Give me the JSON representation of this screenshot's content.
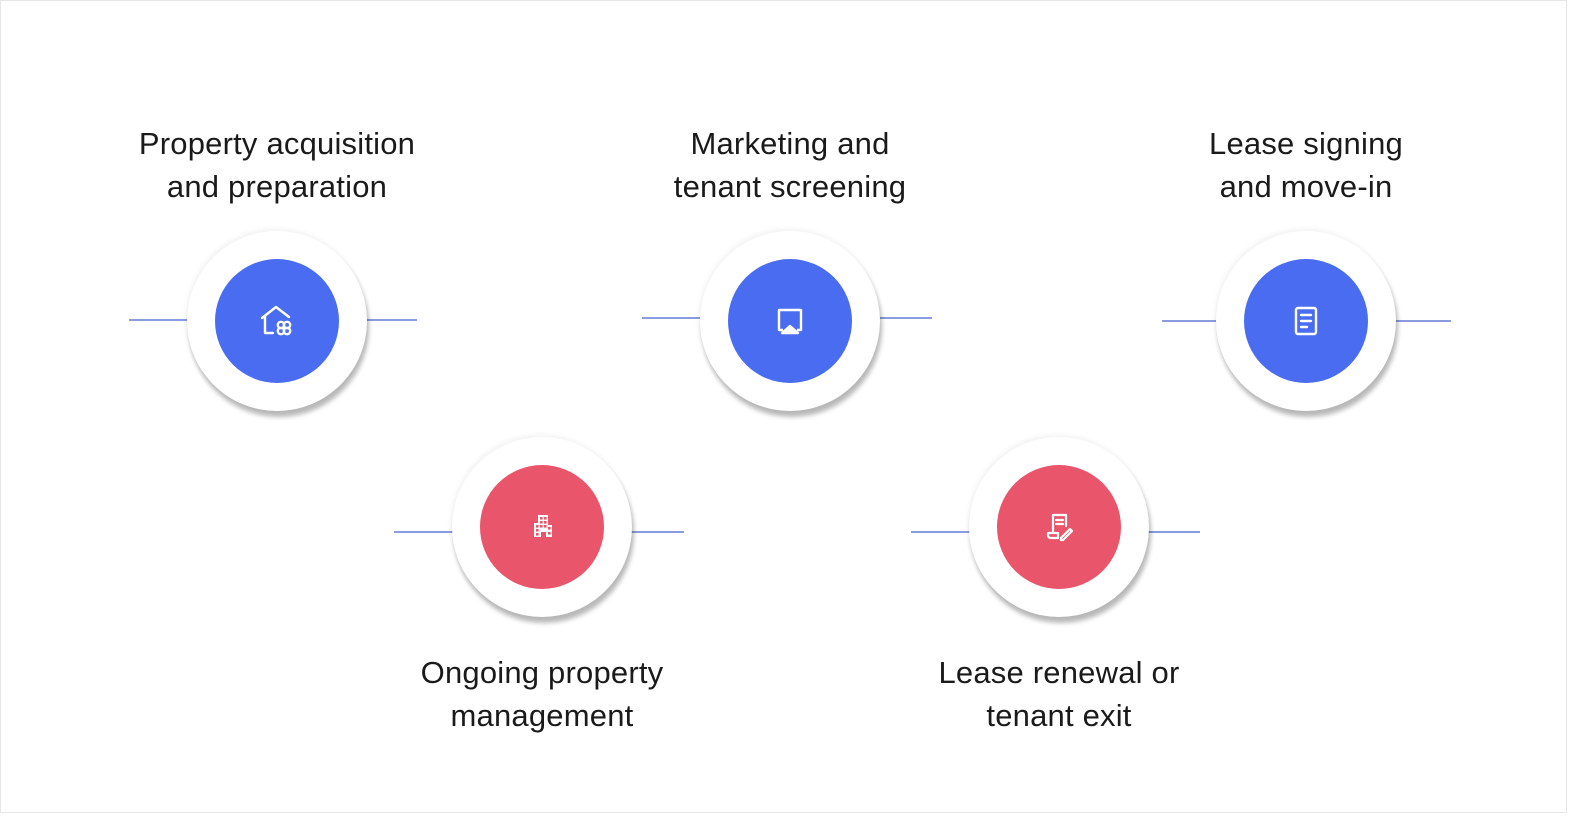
{
  "diagram": {
    "title": "",
    "colors": {
      "top_row_fill": "#4a6cf0",
      "bottom_row_fill": "#e9556b",
      "connector_line": "#8a9be0",
      "ring": "#ffffff",
      "text": "#1a1a1a"
    },
    "steps": [
      {
        "order": 1,
        "label_line1": "Property acquisition",
        "label_line2": "and preparation",
        "icon": "house-with-flower-icon",
        "row": "top"
      },
      {
        "order": 2,
        "label_line1": "Ongoing property",
        "label_line2": "management",
        "icon": "office-building-icon",
        "row": "bottom"
      },
      {
        "order": 3,
        "label_line1": "Marketing and",
        "label_line2": "tenant screening",
        "icon": "screen-cast-icon",
        "row": "top"
      },
      {
        "order": 4,
        "label_line1": "Lease renewal or",
        "label_line2": "tenant exit",
        "icon": "contract-sign-icon",
        "row": "bottom"
      },
      {
        "order": 5,
        "label_line1": "Lease signing",
        "label_line2": "and move-in",
        "icon": "document-lines-icon",
        "row": "top"
      }
    ]
  }
}
